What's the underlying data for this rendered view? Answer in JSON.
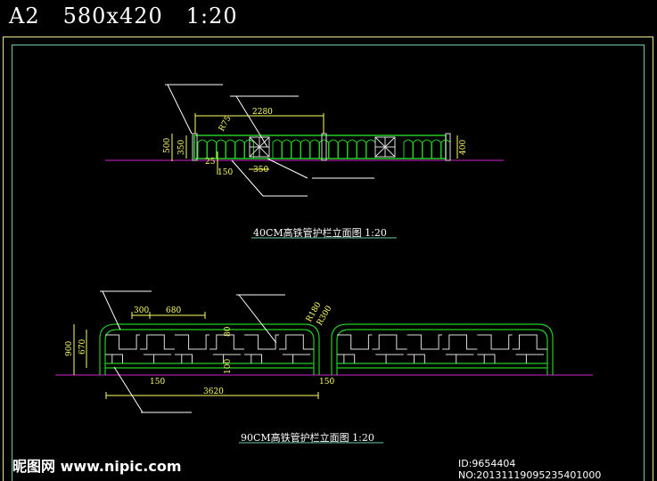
{
  "header": {
    "sheet": "A2",
    "size": "580x420",
    "scale": "1:20"
  },
  "drawing1": {
    "title": "40CM高铁管护栏立面图  1:20",
    "dimensions": {
      "total_length": "2280",
      "height_total": "500",
      "height_inner": "350",
      "height_right": "400",
      "panel": "350",
      "spacing": "150",
      "radius": "R75",
      "base": "25"
    }
  },
  "drawing2": {
    "title": "90CM高铁管护栏立面图  1:20",
    "dimensions": {
      "total_length": "3620",
      "height_total": "900",
      "height_inner": "670",
      "w1": "300",
      "w2": "680",
      "left_post": "150",
      "right_post": "150",
      "gap_top": "80",
      "gap_bottom": "100",
      "r1": "R180",
      "r2": "R300"
    }
  },
  "watermark": {
    "logo": "昵图网 www.nipic.com",
    "id": "ID:9654404 NO:20131119095235401000"
  },
  "colors": {
    "frame_outer": "#f0e68c",
    "frame_inner": "#66cdaa",
    "fence": "#22cc22",
    "ground": "#cc22cc",
    "dim": "#ffff66"
  }
}
